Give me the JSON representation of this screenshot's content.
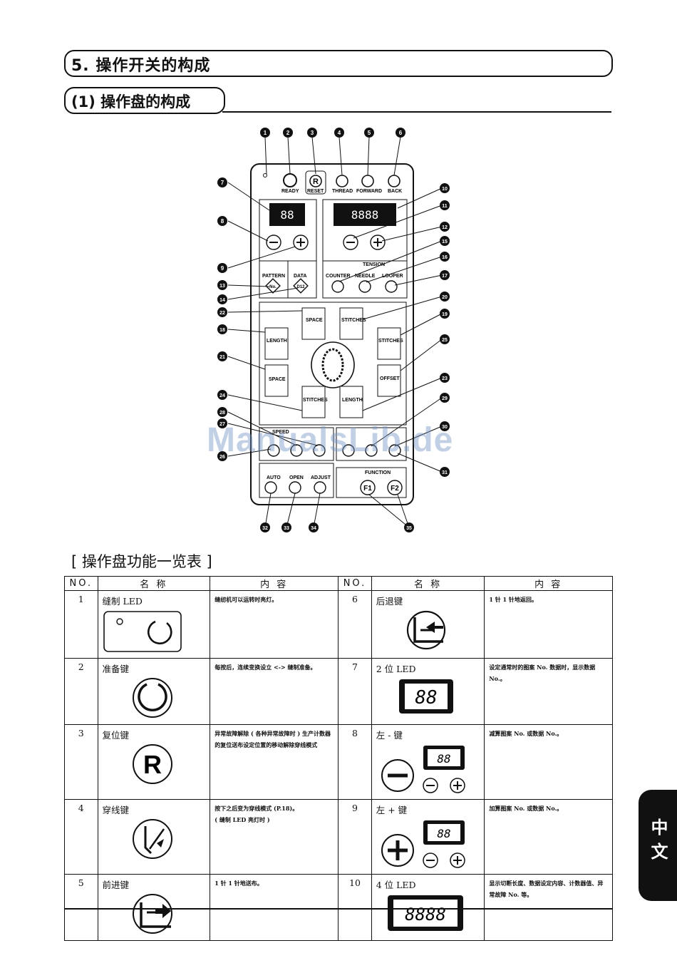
{
  "section_title": "5. 操作开关的构成",
  "subsection_title": "(1) 操作盘的构成",
  "list_title": "[ 操作盘功能一览表 ]",
  "watermark": "ManualsLib.de",
  "side_tab": "中文",
  "panel": {
    "key_labels": {
      "ready": "READY",
      "reset": "RESET",
      "thread": "THREAD",
      "forward": "FORWARD",
      "back": "BACK",
      "tension": "TENSION",
      "pattern": "PATTERN",
      "data": "DATA",
      "counter": "COUNTER",
      "needle": "NEEDLE",
      "looper": "LOOPER",
      "space_top": "SPACE",
      "stitches_top": "STITCHES",
      "length_left": "LENGTH",
      "stitches_right": "STITCHES",
      "space_left": "SPACE",
      "offset": "OFFSET",
      "stitches_bottom": "STITCHES",
      "length_bottom": "LENGTH",
      "speed": "SPEED",
      "auto": "AUTO",
      "open": "OPEN",
      "adjust": "ADJUST",
      "function": "FUNCTION",
      "f1": "F1",
      "f2": "F2",
      "no": "No.",
      "d12": "D12",
      "r": "R",
      "seg2": "88",
      "seg4": "8888"
    },
    "callouts": [
      "1",
      "2",
      "3",
      "4",
      "5",
      "6",
      "7",
      "8",
      "9",
      "10",
      "11",
      "12",
      "13",
      "14",
      "15",
      "16",
      "17",
      "18",
      "19",
      "20",
      "21",
      "22",
      "23",
      "24",
      "25",
      "26",
      "27",
      "28",
      "29",
      "30",
      "31",
      "32",
      "33",
      "34",
      "35"
    ]
  },
  "table": {
    "headers": [
      "NO.",
      "名 称",
      "内 容",
      "NO.",
      "名 称",
      "内 容"
    ],
    "rows": [
      {
        "no1": "1",
        "name1": "缝制 LED",
        "content1": "缝纫机可以运转时亮灯。",
        "no2": "6",
        "name2": "后退键",
        "content2": "1 针 1 针地返回。"
      },
      {
        "no1": "2",
        "name1": "准备键",
        "content1": "每按后，连续变换设立 <-> 缝制准备。",
        "no2": "7",
        "name2": "2 位 LED",
        "content2": "设定通常时的图案 No.  数据时，显示数据 No.。"
      },
      {
        "no1": "3",
        "name1": "复位键",
        "content1": "异常故障解除 ( 各种异常故障时 ) 生产计数器的复位送布设定位置的移动解除穿线模式",
        "no2": "8",
        "name2": "左 - 键",
        "content2": "减算图案 No. 或数据 No.。"
      },
      {
        "no1": "4",
        "name1": "穿线键",
        "content1": "按下之后变为穿线模式 (P.18)。\n( 缝制 LED 亮灯时 )",
        "no2": "9",
        "name2": "左 + 键",
        "content2": "加算图案 No. 或数据 No.。"
      },
      {
        "no1": "5",
        "name1": "前进键",
        "content1": "1 针 1 针地送布。",
        "no2": "10",
        "name2": "4 位 LED",
        "content2": "显示切断长度、数据设定内容、计数器值、异常故障 No. 等。"
      }
    ]
  }
}
